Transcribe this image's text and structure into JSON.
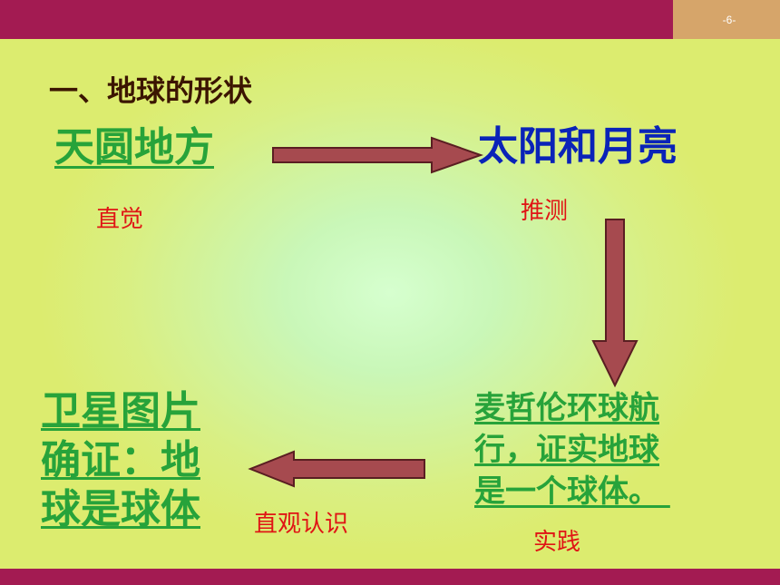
{
  "page_number": "-6-",
  "title": "一、地球的形状",
  "stage1": {
    "text": "天圆地方",
    "method": "直觉"
  },
  "stage2": {
    "text": "太阳和月亮",
    "method": "推测"
  },
  "stage3": {
    "lines": [
      "麦哲伦环球航",
      "行，证实地球",
      "是一个球体。 "
    ],
    "method": "实践"
  },
  "stage4": {
    "lines": [
      "卫星图片",
      "确证：地",
      "球是球体"
    ],
    "method": "直观认识"
  },
  "colors": {
    "bar": "#a31b52",
    "page_box": "#d6a56a",
    "arrow_fill": "#a64a4f",
    "arrow_stroke": "#5a1e22",
    "green_text": "#27a33a",
    "blue_text": "#0a23b8",
    "red_text": "#e01515"
  },
  "icons": [
    "arrow-right-icon",
    "arrow-down-icon",
    "arrow-left-icon"
  ]
}
